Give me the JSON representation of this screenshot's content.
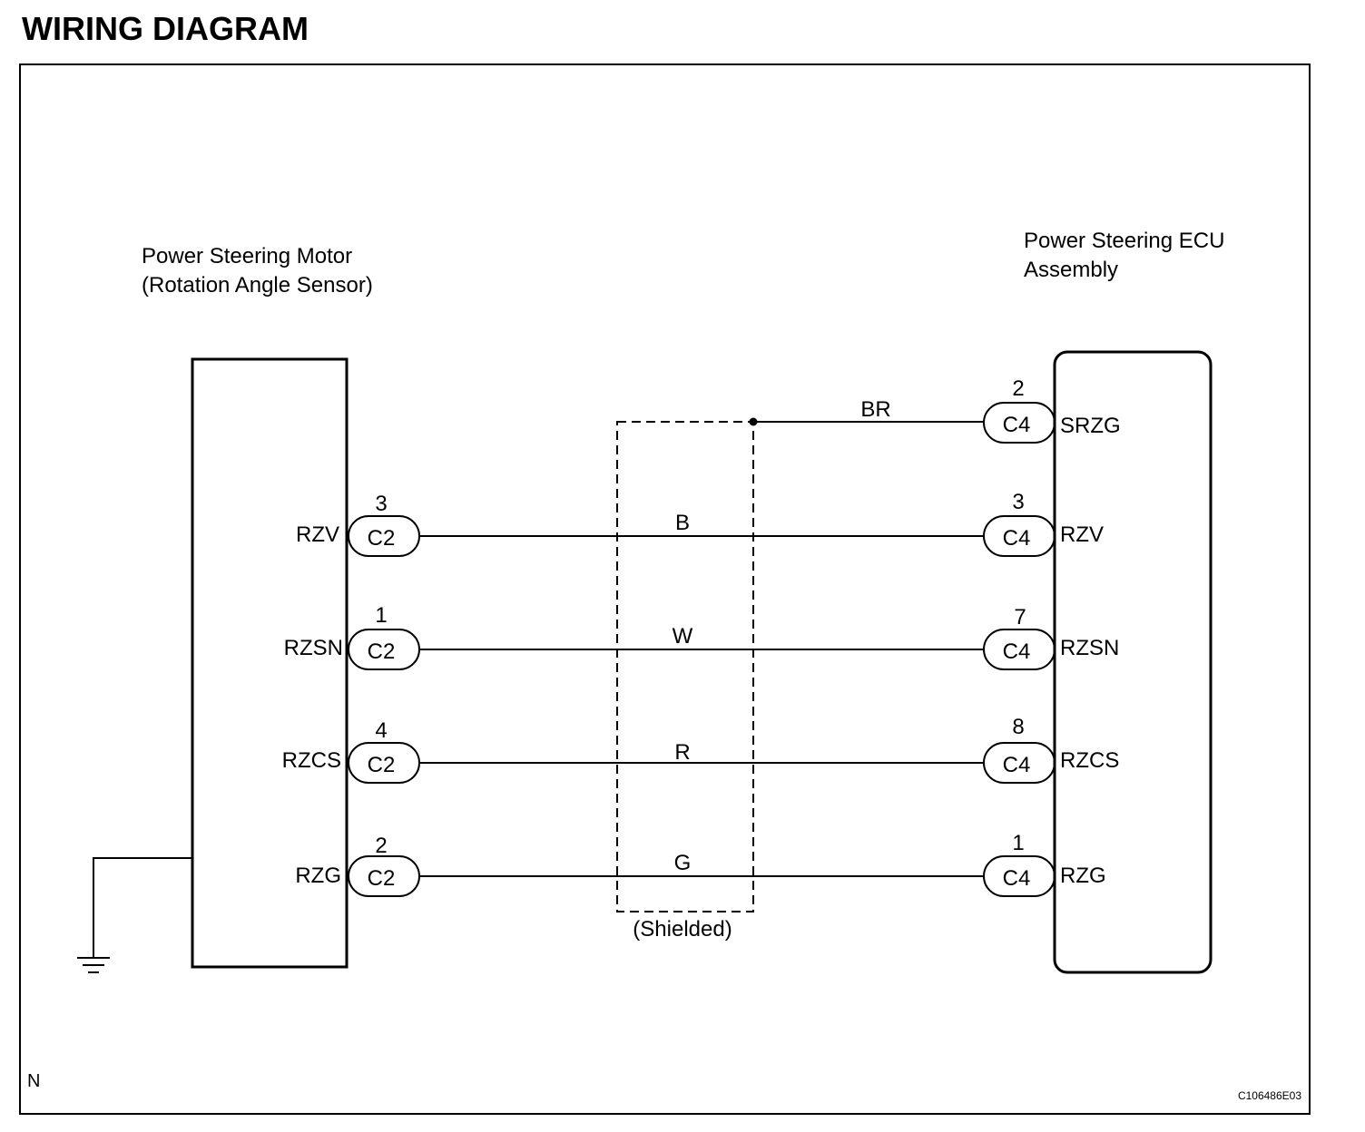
{
  "title": "WIRING DIAGRAM",
  "left_component": {
    "name_line1": "Power Steering Motor",
    "name_line2": "(Rotation Angle Sensor)",
    "connector": "C2",
    "pins": [
      {
        "terminal": "RZV",
        "pin": "3"
      },
      {
        "terminal": "RZSN",
        "pin": "1"
      },
      {
        "terminal": "RZCS",
        "pin": "4"
      },
      {
        "terminal": "RZG",
        "pin": "2"
      }
    ]
  },
  "right_component": {
    "name_line1": "Power Steering ECU",
    "name_line2": "Assembly",
    "connector": "C4",
    "pins": [
      {
        "terminal": "SRZG",
        "pin": "2"
      },
      {
        "terminal": "RZV",
        "pin": "3"
      },
      {
        "terminal": "RZSN",
        "pin": "7"
      },
      {
        "terminal": "RZCS",
        "pin": "8"
      },
      {
        "terminal": "RZG",
        "pin": "1"
      }
    ]
  },
  "wires": [
    "BR",
    "B",
    "W",
    "R",
    "G"
  ],
  "shield_label": "(Shielded)",
  "corner_label": "N",
  "figure_code": "C106486E03"
}
